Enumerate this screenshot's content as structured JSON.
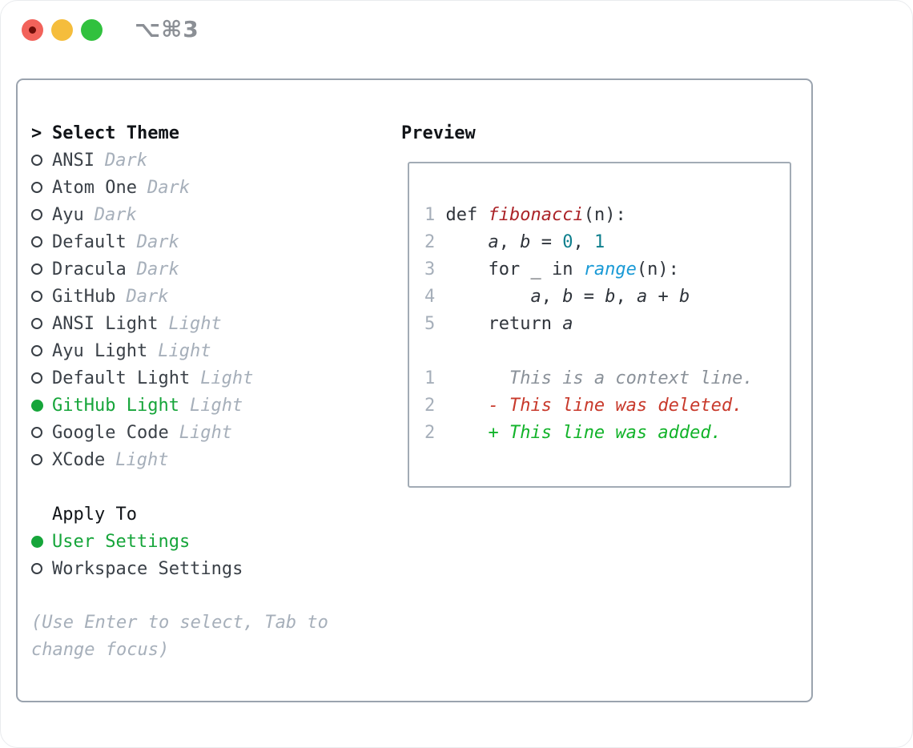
{
  "window": {
    "shortcut": "⌥⌘3",
    "traffic_lights": [
      "close",
      "minimize",
      "zoom"
    ]
  },
  "colors": {
    "accent_green": "#16a53a",
    "muted_gray": "#a6afba",
    "text_dark": "#3b4148",
    "header_black": "#111418",
    "border_gray": "#9aa3ae",
    "function_red": "#ab2328",
    "builtin_blue": "#1a9ad6",
    "number_teal": "#0e7f8d",
    "context_gray": "#8a9199",
    "deleted_red": "#c8392b",
    "added_green": "#12b32a",
    "light_red": "#f2625a",
    "light_yellow": "#f5bd3c",
    "light_green": "#31c13e"
  },
  "theme_panel": {
    "cursor": ">",
    "title": "Select Theme",
    "items": [
      {
        "name": "ANSI",
        "tag": "Dark",
        "selected": false
      },
      {
        "name": "Atom One",
        "tag": "Dark",
        "selected": false
      },
      {
        "name": "Ayu",
        "tag": "Dark",
        "selected": false
      },
      {
        "name": "Default",
        "tag": "Dark",
        "selected": false
      },
      {
        "name": "Dracula",
        "tag": "Dark",
        "selected": false
      },
      {
        "name": "GitHub",
        "tag": "Dark",
        "selected": false
      },
      {
        "name": "ANSI Light",
        "tag": "Light",
        "selected": false
      },
      {
        "name": "Ayu Light",
        "tag": "Light",
        "selected": false
      },
      {
        "name": "Default Light",
        "tag": "Light",
        "selected": false
      },
      {
        "name": "GitHub Light",
        "tag": "Light",
        "selected": true
      },
      {
        "name": "Google Code",
        "tag": "Light",
        "selected": false
      },
      {
        "name": "XCode",
        "tag": "Light",
        "selected": false
      }
    ]
  },
  "apply_to": {
    "title": "Apply To",
    "options": [
      {
        "label": "User Settings",
        "selected": true
      },
      {
        "label": "Workspace Settings",
        "selected": false
      }
    ]
  },
  "help_text": "(Use Enter to select, Tab to change focus)",
  "preview": {
    "title": "Preview",
    "lines": [
      [
        {
          "t": "1 ",
          "c": "ln"
        },
        {
          "t": "def ",
          "c": "plain"
        },
        {
          "t": "fibonacci",
          "c": "fn"
        },
        {
          "t": "(n):",
          "c": "plain"
        }
      ],
      [
        {
          "t": "2 ",
          "c": "ln"
        },
        {
          "t": "    ",
          "c": "plain"
        },
        {
          "t": "a",
          "c": "var"
        },
        {
          "t": ", ",
          "c": "plain"
        },
        {
          "t": "b",
          "c": "var"
        },
        {
          "t": " = ",
          "c": "plain"
        },
        {
          "t": "0",
          "c": "num"
        },
        {
          "t": ", ",
          "c": "plain"
        },
        {
          "t": "1",
          "c": "num"
        }
      ],
      [
        {
          "t": "3 ",
          "c": "ln"
        },
        {
          "t": "    for _ in ",
          "c": "plain"
        },
        {
          "t": "range",
          "c": "call"
        },
        {
          "t": "(n):",
          "c": "plain"
        }
      ],
      [
        {
          "t": "4 ",
          "c": "ln"
        },
        {
          "t": "        ",
          "c": "plain"
        },
        {
          "t": "a",
          "c": "var"
        },
        {
          "t": ", ",
          "c": "plain"
        },
        {
          "t": "b",
          "c": "var"
        },
        {
          "t": " = ",
          "c": "plain"
        },
        {
          "t": "b",
          "c": "var"
        },
        {
          "t": ", ",
          "c": "plain"
        },
        {
          "t": "a",
          "c": "var"
        },
        {
          "t": " + ",
          "c": "plain"
        },
        {
          "t": "b",
          "c": "var"
        }
      ],
      [
        {
          "t": "5 ",
          "c": "ln"
        },
        {
          "t": "    return ",
          "c": "plain"
        },
        {
          "t": "a",
          "c": "var"
        }
      ],
      [],
      [
        {
          "t": "1",
          "c": "ln"
        },
        {
          "t": "       This is a context line.",
          "c": "ctx"
        }
      ],
      [
        {
          "t": "2",
          "c": "ln"
        },
        {
          "t": "     ",
          "c": "plain"
        },
        {
          "t": "- This line was deleted.",
          "c": "del"
        }
      ],
      [
        {
          "t": "2",
          "c": "ln"
        },
        {
          "t": "     ",
          "c": "plain"
        },
        {
          "t": "+ This line was added.",
          "c": "add"
        }
      ]
    ]
  }
}
